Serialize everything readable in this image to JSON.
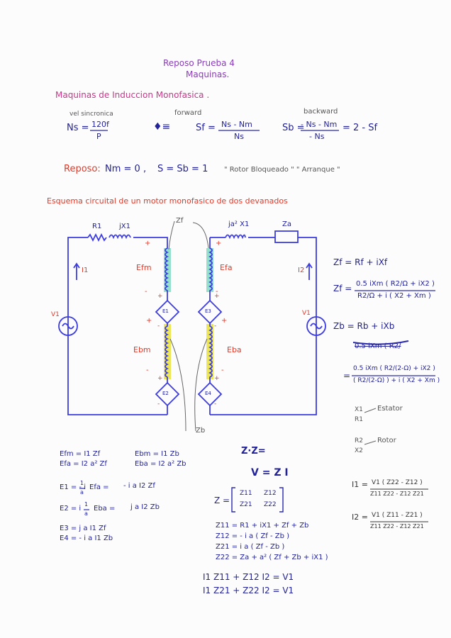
{
  "title": {
    "line1": "Reposo Prueba 4",
    "line2": "Maquinas."
  },
  "subtitle": "Maquinas de Induccion Monofasica .",
  "labels": {
    "vel_sincronica": "vel sincronica",
    "forward": "forward",
    "backward": "backward"
  },
  "formulas": {
    "ns_lhs": "Ns =",
    "ns_num": "120f",
    "ns_den": "P",
    "sf_lhs": "Sf =",
    "sf_num": "Ns - Nm",
    "sf_den": "Ns",
    "sb_lhs": "Sb =",
    "sb_num": "- Ns - Nm",
    "sb_den": "- Ns",
    "sb_rhs": "= 2 - Sf"
  },
  "reposo": {
    "label": "Reposo:",
    "eq1": "Nm = 0 ,",
    "eq2": "S = Sb = 1",
    "note": "\" Rotor Bloqueado \" \" Arranque \""
  },
  "esquema_title": "Esquema circuital de un motor monofasico de dos devanados",
  "circuit": {
    "R1": "R1",
    "jX1": "jX1",
    "Zf": "Zf",
    "ja2X1": "ja² X1",
    "Za": "Za",
    "Zb": "Zb",
    "Efm": "Efm",
    "Efa": "Efa",
    "Ebm": "Ebm",
    "Eba": "Eba",
    "I1": "I1",
    "I2": "I2",
    "V1_left": "V1",
    "V1_right": "V1",
    "E1": "E1",
    "E2": "E2",
    "E3": "E3",
    "E4": "E4",
    "plus": "+",
    "minus": "-"
  },
  "right_notes": {
    "zf_def": "Zf = Rf + iXf",
    "zf_lhs": "Zf =",
    "zf_num": "0.5 iXm ( R2/Ω + iX2 )",
    "zf_den": "R2/Ω + i ( X2 + Xm )",
    "zb_def": "Zb = Rb + iXb",
    "crossed": "0.5 iXm ( R2/",
    "zb_num": "0.5 iXm ( R2/(2-Ω) + iX2 )",
    "zb_den": "( R2/(2-Ω) ) + i ( X2 + Xm )"
  },
  "side_notes": {
    "estator_top": "X1",
    "estator_bottom": "R1",
    "estator": "Estator",
    "rotor_top": "R2",
    "rotor_bottom": "X2",
    "rotor": "Rotor"
  },
  "equations_left": {
    "efm": "Efm = I1 Zf",
    "efa": "Efa = I2 a² Zf",
    "ebm": "Ebm = I1 Zb",
    "eba": "Eba = I2 a² Zb",
    "e1_a": "E1 = - i",
    "e1_frac_num": "1",
    "e1_frac_den": "a",
    "e1_b": "Efa =",
    "e1_c": "- i a I2 Zf",
    "e2_a": "E2 = i",
    "e2_frac_num": "1",
    "e2_frac_den": "a",
    "e2_b": "Eba =",
    "e2_c": "j a I2 Zb",
    "e3": "E3 = j a I1 Zf",
    "e4": "E4 = - i a I1 Zb"
  },
  "matrix": {
    "scribble": "Z·Z=",
    "vzi": "V = Z I",
    "z_lhs": "Z =",
    "z11": "Z11",
    "z12": "Z12",
    "z21": "Z21",
    "z22": "Z22",
    "z11_eq": "Z11 = R1 + iX1 + Zf + Zb",
    "z12_eq": "Z12 = - i a ( Zf - Zb )",
    "z21_eq": "Z21 = i a ( Zf - Zb )",
    "z22_eq": "Z22 = Za + a² ( Zf + Zb + iX1 )",
    "sys1": "I1 Z11 +   Z12 I2 = V1",
    "sys2": "I1 Z21 +   Z22 I2 = V1"
  },
  "currents": {
    "i1_lhs": "I1 =",
    "i1_num": "V1 ( Z22 - Z12 )",
    "i1_den": "Z11 Z22 - Z12 Z21",
    "i2_lhs": "I2 =",
    "i2_num": "V1 ( Z11 - Z21 )",
    "i2_den": "Z11 Z22 - Z12 Z21"
  }
}
